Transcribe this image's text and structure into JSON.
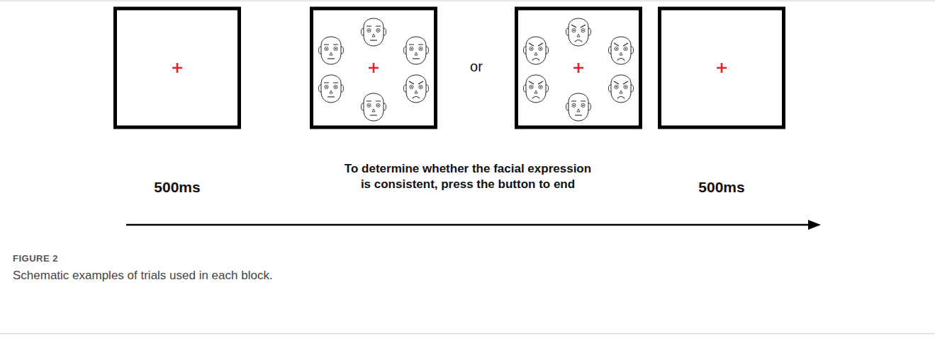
{
  "diagram": {
    "caption": "Schematic examples of trials used in each block.",
    "labels": [
      "500ms",
      "To determine whether the facial expression is consistent, press the button to end",
      "or",
      "500ms",
      "FIGURE 2"
    ]
  }
}
